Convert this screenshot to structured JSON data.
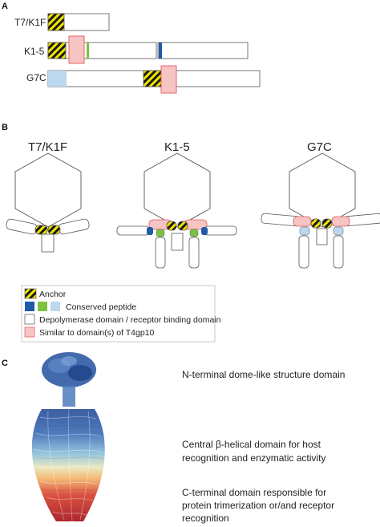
{
  "panel_a": {
    "letter": "A",
    "rows": [
      {
        "label": "T7/K1F"
      },
      {
        "label": "K1-5"
      },
      {
        "label": "G7C"
      }
    ]
  },
  "panel_b": {
    "letter": "B",
    "phages": [
      {
        "label": "T7/K1F"
      },
      {
        "label": "K1-5"
      },
      {
        "label": "G7C"
      }
    ],
    "legend": {
      "anchor": "Anchor",
      "conserved": "Conserved peptide",
      "depolymerase": "Depolymerase domain / receptor binding domain",
      "similar": "Similar to domain(s) of T4gp10"
    }
  },
  "panel_c": {
    "letter": "C",
    "domains": [
      {
        "lines": [
          "N-terminal dome-like structure domain"
        ]
      },
      {
        "lines": [
          "Central β-helical domain for host",
          "recognition and enzymatic activity"
        ]
      },
      {
        "lines": [
          "C-terminal domain responsible for",
          "protein trimerization or/and receptor",
          "recognition"
        ]
      }
    ]
  },
  "colors": {
    "anchor_yellow": "#f2e400",
    "anchor_dark": "#1a1a1a",
    "pink_fill": "#f7c4c4",
    "pink_stroke": "#e05a5a",
    "blue_dark": "#1f5aa6",
    "green": "#7cc242",
    "blue_light": "#bcd8ee",
    "outline": "#555555"
  }
}
